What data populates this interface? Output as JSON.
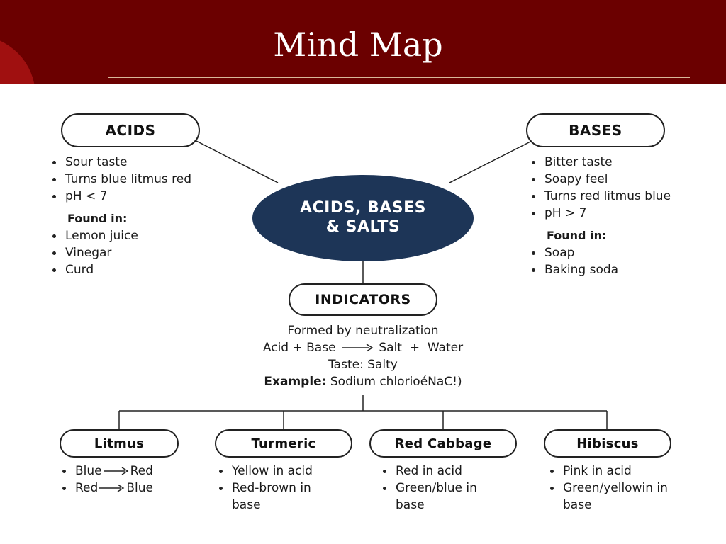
{
  "title": "Mind Map",
  "center": {
    "line1": "ACIDS, BASES",
    "line2": "& SALTS"
  },
  "acids": {
    "title": "ACIDS",
    "properties": [
      "Sour taste",
      "Turns blue litmus red",
      "pH < 7"
    ],
    "found_label": "Found in:",
    "found": [
      "Lemon juice",
      "Vinegar",
      "Curd"
    ]
  },
  "bases": {
    "title": "BASES",
    "properties": [
      "Bitter taste",
      "Soapy feel",
      "Turns red litmus blue",
      "pH > 7"
    ],
    "found_label": "Found in:",
    "found": [
      "Soap",
      "Baking soda"
    ]
  },
  "indicators": {
    "title": "INDICATORS"
  },
  "salts": {
    "line1": "Formed by neutralization",
    "eq_left": "Acid + Base",
    "eq_right": "Salt  +  Water",
    "line3": "Taste: Salty",
    "example_label": "Example:",
    "example_value": "Sodium chlorioéNaC!)"
  },
  "indicator_items": [
    {
      "name": "Litmus",
      "l1a": "Blue",
      "l1b": "Red",
      "l2a": "Red",
      "l2b": "Blue"
    },
    {
      "name": "Turmeric",
      "p1": "Yellow in acid",
      "p2": "Red-brown in base"
    },
    {
      "name": "Red Cabbage",
      "p1": "Red in acid",
      "p2": "Green/blue in base"
    },
    {
      "name": "Hibiscus",
      "p1": "Pink in acid",
      "p2": "Green/yellowin in base"
    }
  ],
  "colors": {
    "header": "#6b0000",
    "center": "#1d3557"
  }
}
